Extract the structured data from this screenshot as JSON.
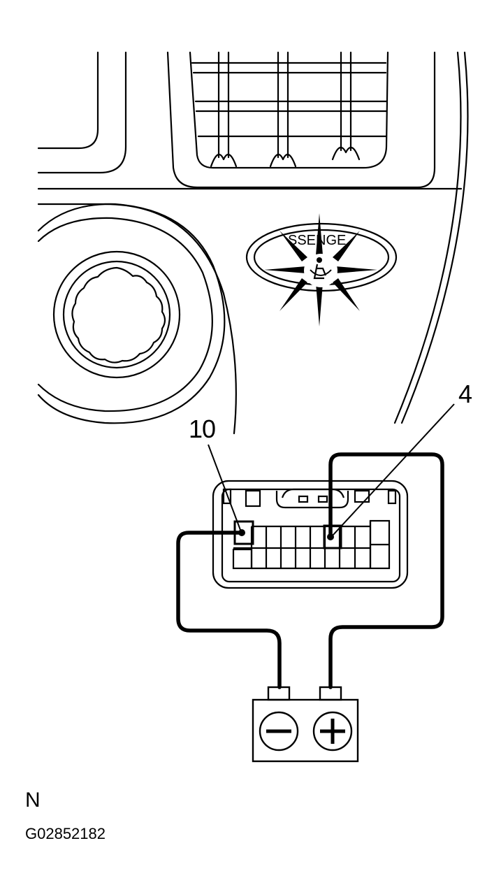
{
  "callouts": {
    "pin_a": "10",
    "pin_b": "4"
  },
  "footer": {
    "letter": "N",
    "code": "G02852182"
  },
  "battery": {
    "negative_symbol": "minus-symbol",
    "positive_symbol": "plus-symbol"
  },
  "airbag_indicator": {
    "icon": "seat-occupant-airbag-icon",
    "partial_text": "SSENGE"
  },
  "colors": {
    "line": "#000000",
    "background": "#ffffff"
  }
}
